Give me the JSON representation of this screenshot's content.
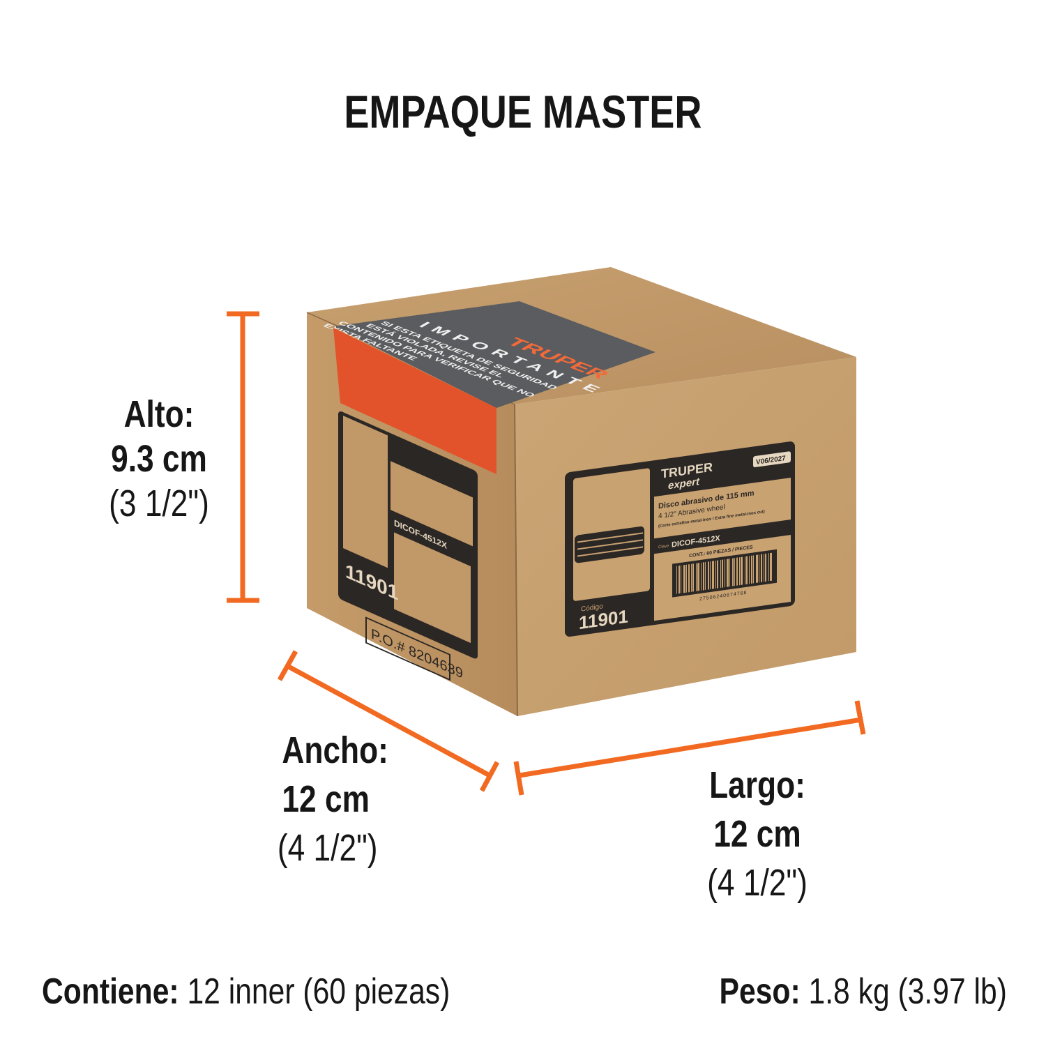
{
  "title": "EMPAQUE MASTER",
  "dimensions": {
    "alto": {
      "label": "Alto:",
      "value": "9.3 cm",
      "imperial": "(3 1/2\")"
    },
    "ancho": {
      "label": "Ancho:",
      "value": "12 cm",
      "imperial": "(4 1/2\")"
    },
    "largo": {
      "label": "Largo:",
      "value": "12 cm",
      "imperial": "(4 1/2\")"
    }
  },
  "footer": {
    "contiene_label": "Contiene:",
    "contiene_value": "12 inner (60 piezas)",
    "peso_label": "Peso:",
    "peso_value": "1.8 kg (3.97 lb)"
  },
  "box_label": {
    "brand": "TRUPER",
    "sub_brand": "expert",
    "version": "V06/2027",
    "product_es": "Disco abrasivo de 115 mm",
    "product_en": "4 1/2\" Abrasive wheel",
    "cut_type": "(Corte extrafino metal-inox / Extra fine metal-inox cut)",
    "clave_label": "Clave",
    "clave": "DICOF-4512X",
    "contents": "CONT.: 60 PIEZAS / PIECES",
    "barcode": "27506240674768",
    "codigo_label": "Código",
    "codigo": "11901",
    "po": "P.O.# 8204639"
  },
  "seal": {
    "brand": "TRUPER",
    "heading": "IMPORTANTE",
    "text": [
      "SI ESTA ETIQUETA DE SEGURIDAD",
      "ESTÁ VIOLADA, REVISE EL",
      "CONTENIDO PARA VERIFICAR QUE NO",
      "EXISTA FALTANTE"
    ]
  },
  "colors": {
    "accent": "#F26A21",
    "cardboard": "#C9A272",
    "label_dark": "#2B2724",
    "seal_gray": "#5A5B5E",
    "tape": "#E2532B"
  }
}
